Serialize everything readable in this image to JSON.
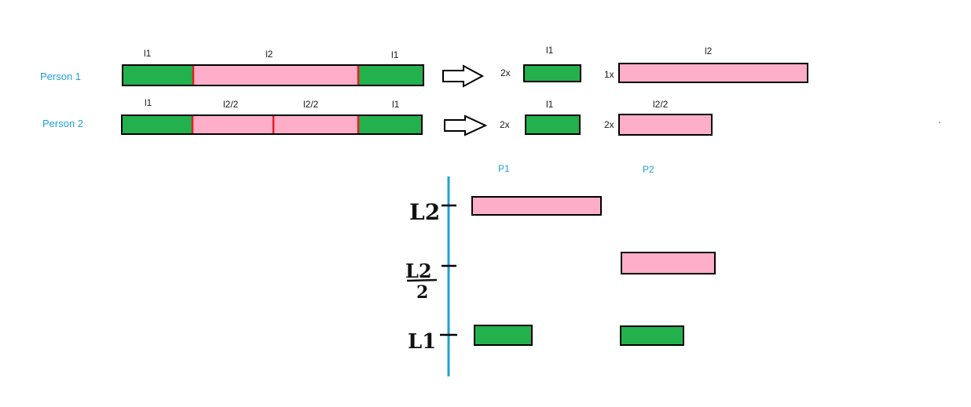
{
  "top": {
    "person1": {
      "name": "Person 1",
      "seg_labels": [
        "l1",
        "l2",
        "l1"
      ],
      "result": {
        "mult1": "2x",
        "label1": "l1",
        "mult2": "1x",
        "label2": "l2"
      }
    },
    "person2": {
      "name": "Person 2",
      "seg_labels": [
        "l1",
        "l2/2",
        "l2/2",
        "l1"
      ],
      "result": {
        "mult1": "2x",
        "label1": "l1",
        "mult2": "2x",
        "label2": "l2/2"
      }
    }
  },
  "bottom": {
    "col_p1": "P1",
    "col_p2": "P2",
    "tick_l2": "L2",
    "tick_l2half_num": "L2",
    "tick_l2half_den": "2",
    "tick_l1": "L1"
  },
  "colors": {
    "green": "#22b14c",
    "pink": "#ffaec9",
    "blue": "#1fa1d9",
    "red": "#e02020"
  }
}
